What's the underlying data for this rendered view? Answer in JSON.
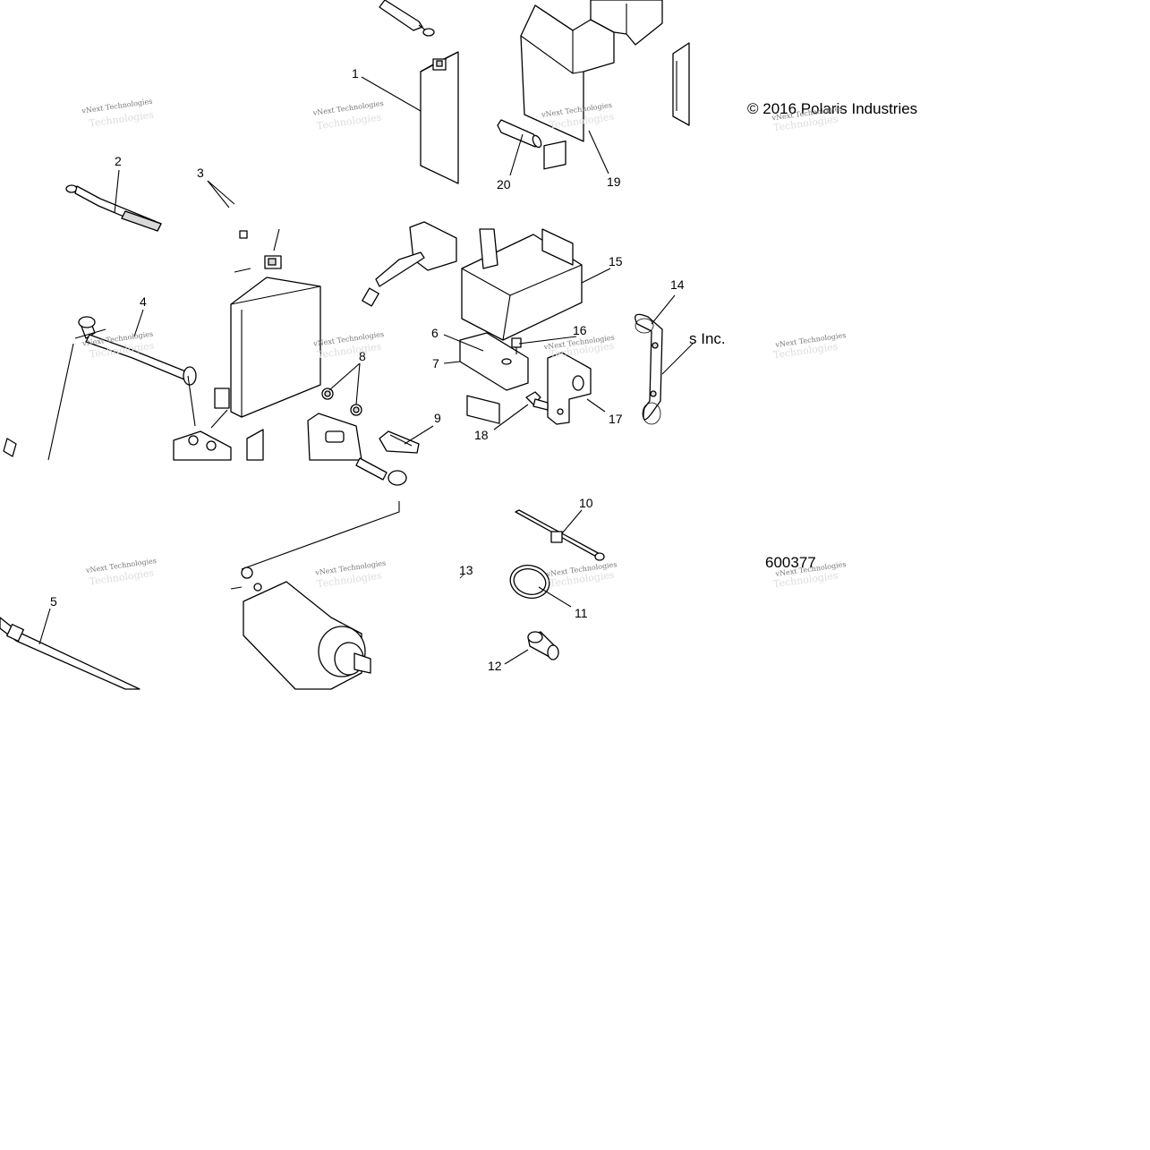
{
  "diagram": {
    "copyright": "© 2016 Polaris Industries",
    "copyright_fragment": "s Inc.",
    "figure_number": "600377",
    "watermark_line1": "vNext Technologies",
    "watermark_line2": "Technologies",
    "callouts": [
      "1",
      "2",
      "3",
      "4",
      "5",
      "6",
      "7",
      "8",
      "9",
      "10",
      "11",
      "12",
      "13",
      "14",
      "15",
      "16",
      "17",
      "18",
      "19",
      "20"
    ]
  }
}
